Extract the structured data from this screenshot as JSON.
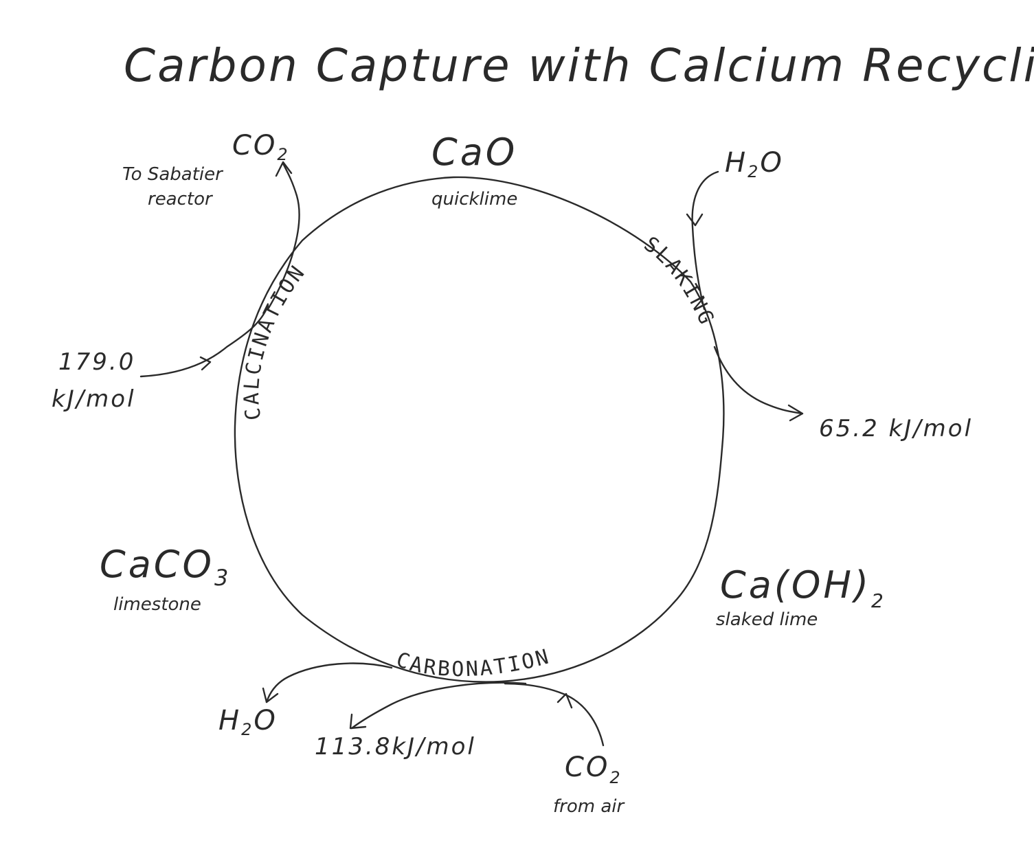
{
  "title": "Carbon Capture with Calcium Recycling",
  "species": {
    "cao": {
      "formula": "CaO",
      "name": "quicklime"
    },
    "caoh2": {
      "formula": "Ca(OH)",
      "subscript": "2",
      "name": "slaked lime"
    },
    "caco3": {
      "formula": "CaCO",
      "subscript": "3",
      "name": "limestone"
    }
  },
  "processes": {
    "calcination": "CALCINATION",
    "slaking": "SLAKING",
    "carbonation": "CARBONATION"
  },
  "flows": {
    "co2_out": {
      "formula": "CO",
      "subscript": "2",
      "note_line1": "To Sabatier",
      "note_line2": "reactor"
    },
    "calcination_energy": {
      "value": "179.0",
      "unit": "kJ/mol"
    },
    "h2o_in": {
      "formula_a": "H",
      "subscript": "2",
      "formula_b": "O"
    },
    "slaking_energy": "65.2 kJ/mol",
    "h2o_out": {
      "formula_a": "H",
      "subscript": "2",
      "formula_b": "O"
    },
    "carbonation_energy": "113.8kJ/mol",
    "co2_in": {
      "formula": "CO",
      "subscript": "2",
      "note": "from air"
    }
  }
}
